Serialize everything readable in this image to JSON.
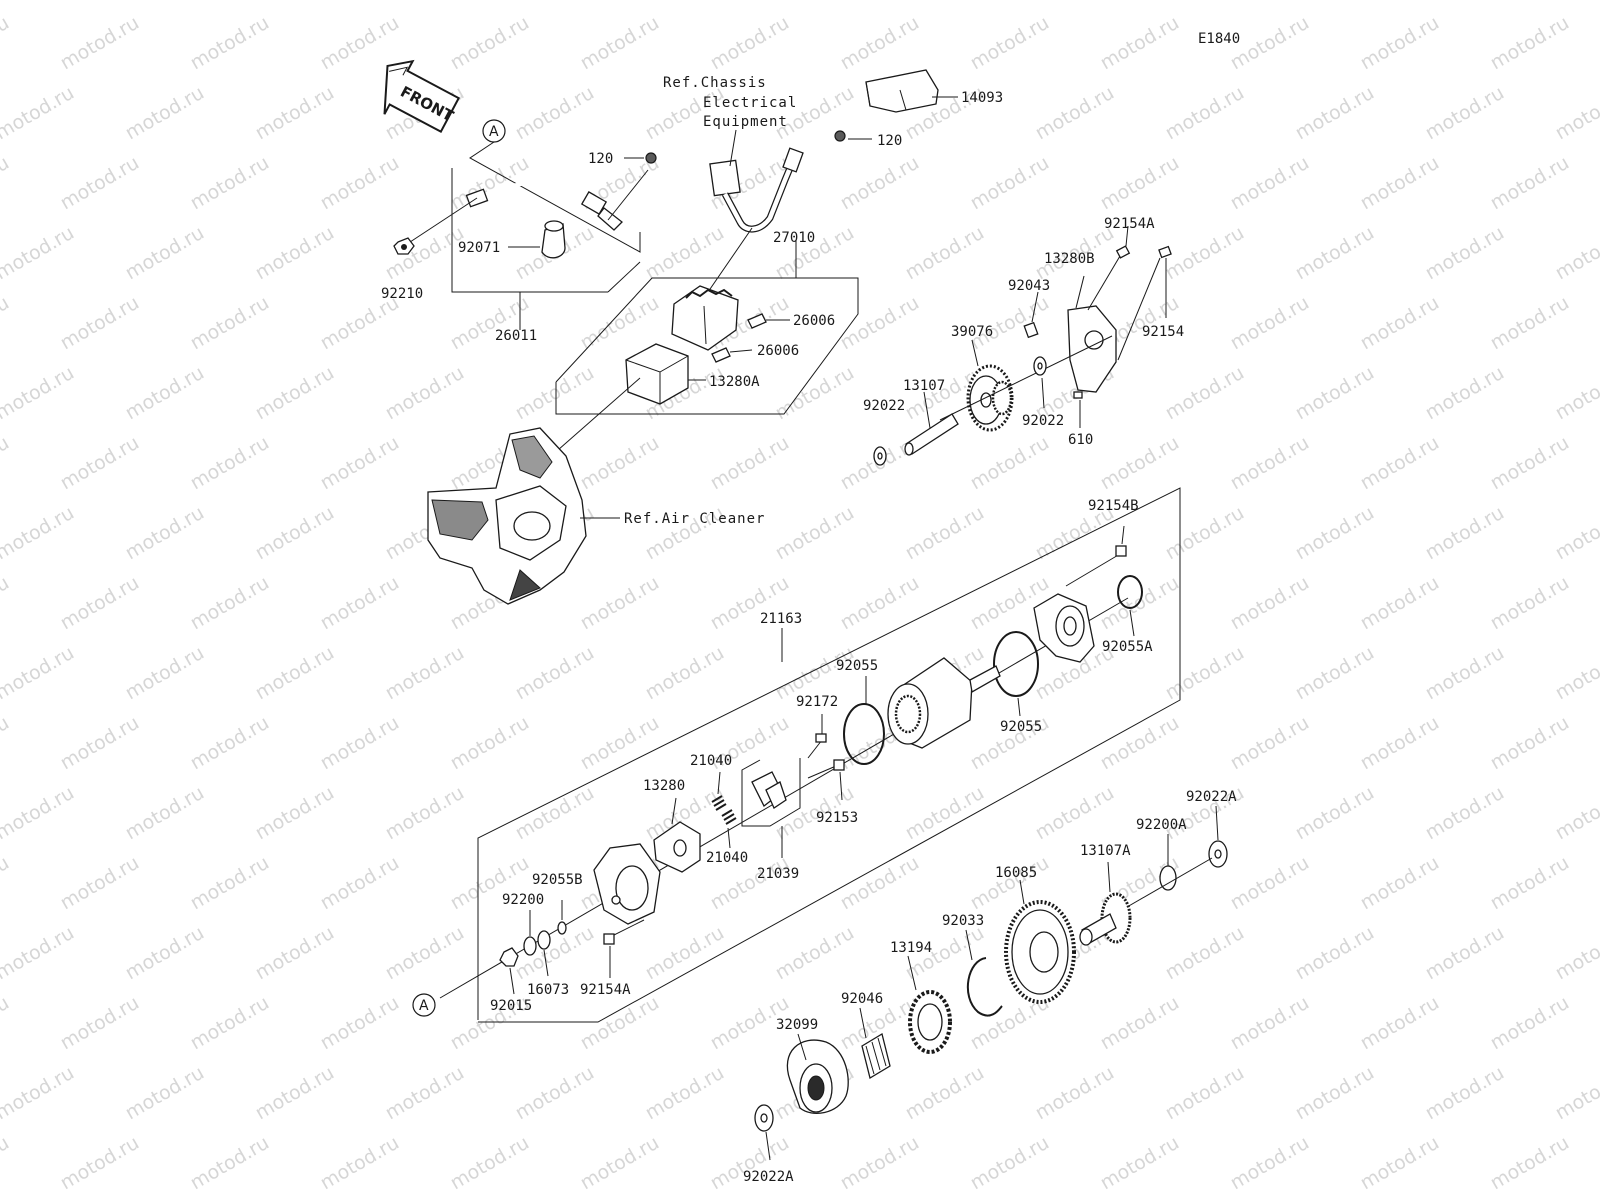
{
  "diagram_code": "E1840",
  "front_label": "FRONT",
  "watermark_text": "motod.ru",
  "callouts": {
    "circle_a_top": "A",
    "circle_a_bottom": "A"
  },
  "references": {
    "chassis": [
      "Ref.Chassis",
      "Electrical",
      "Equipment"
    ],
    "air_cleaner": "Ref.Air Cleaner"
  },
  "part_labels": {
    "p14093": "14093",
    "p120a": "120",
    "p120b": "120",
    "p92071": "92071",
    "p92210": "92210",
    "p26011": "26011",
    "p27010": "27010",
    "p26006a": "26006",
    "p26006b": "26006",
    "p13280A": "13280A",
    "p92154A_top": "92154A",
    "p13280B": "13280B",
    "p92043": "92043",
    "p92154": "92154",
    "p39076": "39076",
    "p13107": "13107",
    "p92022_left": "92022",
    "p92022_right": "92022",
    "p610": "610",
    "p92154B": "92154B",
    "p21163": "21163",
    "p92055_mid": "92055",
    "p92055A": "92055A",
    "p92055_right": "92055",
    "p92172": "92172",
    "p21040a": "21040",
    "p21040b": "21040",
    "p13280": "13280",
    "p92153": "92153",
    "p21039": "21039",
    "p92055B": "92055B",
    "p92200": "92200",
    "p16073": "16073",
    "p92154A_bottom": "92154A",
    "p92015": "92015",
    "p92022A_top": "92022A",
    "p92200A": "92200A",
    "p13107A": "13107A",
    "p16085": "16085",
    "p92033": "92033",
    "p13194": "13194",
    "p92046": "92046",
    "p32099": "32099",
    "p92022A_bottom": "92022A"
  }
}
